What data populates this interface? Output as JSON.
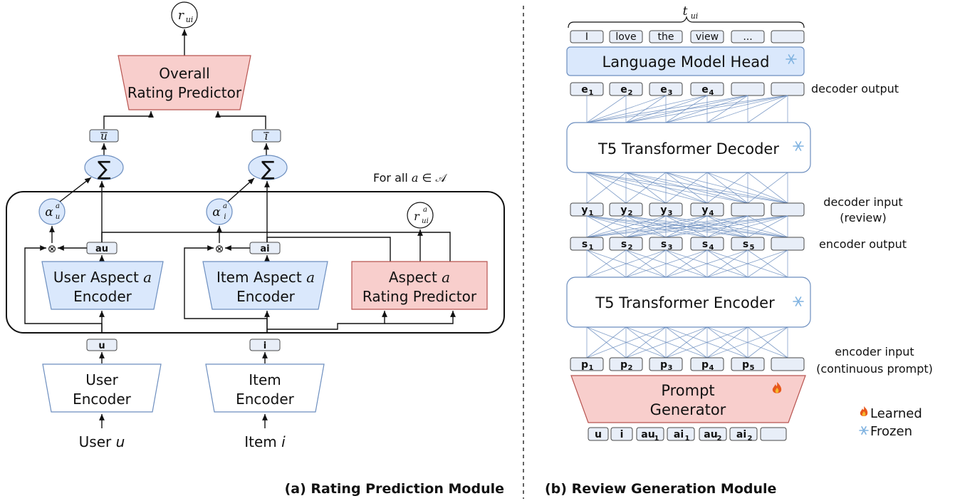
{
  "left": {
    "output_label": "r",
    "output_sub": "ui",
    "overall_predictor": [
      "Overall",
      "Rating Predictor"
    ],
    "user_agg_label": "u",
    "item_agg_label": "i",
    "sum_symbol": "∑",
    "for_all_prefix": "For all ",
    "for_all_var": "a",
    "for_all_set": " ∈ 𝒜",
    "alpha_symbol": "α",
    "alpha_user_sub": "u",
    "alpha_item_sub": "i",
    "alpha_sup": "a",
    "otimes": "⊗",
    "aspect_user_vec": "au",
    "aspect_item_vec": "ai",
    "aspect_rating_label": "r",
    "aspect_rating_sub": "ui",
    "aspect_rating_sup": "a",
    "user_aspect_encoder": [
      "User Aspect ",
      "a",
      "Encoder"
    ],
    "item_aspect_encoder": [
      "Item Aspect ",
      "a",
      "Encoder"
    ],
    "aspect_rating_predictor": [
      "Aspect ",
      "a",
      "Rating Predictor"
    ],
    "user_vec": "u",
    "item_vec": "i",
    "user_encoder": [
      "User",
      "Encoder"
    ],
    "item_encoder": [
      "Item",
      "Encoder"
    ],
    "user_input": [
      "User ",
      "u"
    ],
    "item_input": [
      "Item ",
      "i"
    ],
    "caption": "(a) Rating Prediction Module"
  },
  "right": {
    "output_label": "t",
    "output_sub": "ui",
    "output_tokens": [
      "I",
      "love",
      "the",
      "view",
      "...",
      ""
    ],
    "lm_head": "Language Model Head",
    "decoder_output_tokens": [
      [
        "e",
        "1"
      ],
      [
        "e",
        "2"
      ],
      [
        "e",
        "3"
      ],
      [
        "e",
        "4"
      ],
      [
        "",
        ""
      ],
      [
        "",
        ""
      ]
    ],
    "decoder_output_label": "decoder output",
    "decoder_block": "T5 Transformer Decoder",
    "decoder_input_tokens": [
      [
        "y",
        "1"
      ],
      [
        "y",
        "2"
      ],
      [
        "y",
        "3"
      ],
      [
        "y",
        "4"
      ],
      [
        "",
        ""
      ],
      [
        "",
        ""
      ]
    ],
    "decoder_input_label": [
      "decoder input",
      "(review)"
    ],
    "encoder_output_tokens": [
      [
        "s",
        "1"
      ],
      [
        "s",
        "2"
      ],
      [
        "s",
        "3"
      ],
      [
        "s",
        "4"
      ],
      [
        "s",
        "5"
      ],
      [
        "",
        ""
      ]
    ],
    "encoder_output_label": "encoder output",
    "encoder_block": "T5 Transformer Encoder",
    "encoder_input_tokens": [
      [
        "p",
        "1"
      ],
      [
        "p",
        "2"
      ],
      [
        "p",
        "3"
      ],
      [
        "p",
        "4"
      ],
      [
        "p",
        "5"
      ],
      [
        "",
        ""
      ]
    ],
    "encoder_input_label": [
      "encoder input",
      "(continuous prompt)"
    ],
    "prompt_generator": [
      "Prompt",
      "Generator"
    ],
    "prompt_inputs": [
      [
        "u",
        ""
      ],
      [
        "i",
        ""
      ],
      [
        "au",
        "1"
      ],
      [
        "ai",
        "1"
      ],
      [
        "au",
        "2"
      ],
      [
        "ai",
        "2"
      ],
      [
        "",
        ""
      ]
    ],
    "legend": [
      {
        "icon": "flame-icon",
        "label": "Learned"
      },
      {
        "icon": "snowflake-icon",
        "label": "Frozen"
      }
    ],
    "caption": "(b) Review Generation Module"
  },
  "colors": {
    "blue_fill": "#dae8fc",
    "blue_stroke": "#6c8ebf",
    "red_fill": "#f8cecc",
    "red_stroke": "#b85450",
    "line": "#111111",
    "conn": "#6c8ebf",
    "token_fill": "#e8eef8",
    "token_stroke": "#4a4a4a"
  }
}
